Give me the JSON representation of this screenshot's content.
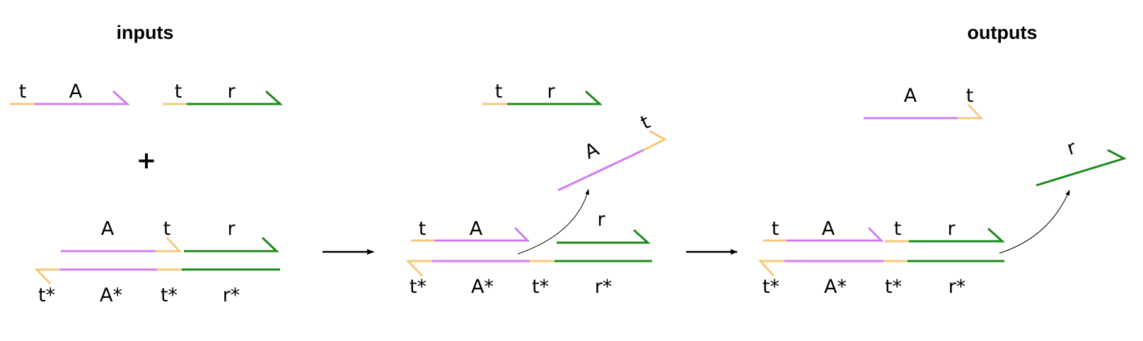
{
  "headings": {
    "inputs": "inputs",
    "outputs": "outputs"
  },
  "operator": "+",
  "domains": {
    "toehold": "t",
    "toehold_comp": "t*",
    "signal": "A",
    "signal_comp": "A*",
    "output": "r",
    "output_comp": "r*"
  },
  "colors": {
    "toehold": "#f5c97a",
    "signal": "#d07cf0",
    "output": "#1a8a1a",
    "arrow": "#000000"
  },
  "icons": {
    "reaction_arrow": "right-arrow-icon",
    "release_arrow": "curved-arrow-icon"
  }
}
